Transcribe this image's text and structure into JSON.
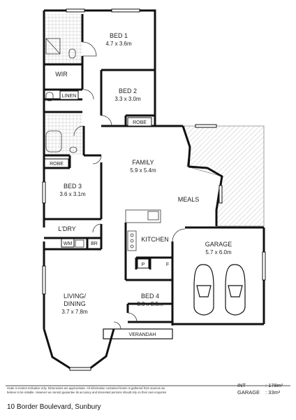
{
  "plan": {
    "rooms": {
      "bed1": {
        "name": "BED 1",
        "size": "4.7 x 3.6m"
      },
      "bed2": {
        "name": "BED 2",
        "size": "3.3 x 3.0m"
      },
      "bed3": {
        "name": "BED 3",
        "size": "3.6 x 3.1m"
      },
      "bed4": {
        "name": "BED 4",
        "size": "3.0 x 3.5m"
      },
      "family": {
        "name": "FAMILY",
        "size": "5.9 x 5.4m"
      },
      "meals": {
        "name": "MEALS"
      },
      "kitchen": {
        "name": "KITCHEN"
      },
      "garage": {
        "name": "GARAGE",
        "size": "5.7 x 6.0m"
      },
      "living": {
        "line1": "LIVING/",
        "line2": "DINING",
        "size": "3.7 x 7.8m"
      },
      "wir": {
        "name": "WIR"
      },
      "linen": {
        "name": "LINEN"
      },
      "robe_bed2": {
        "name": "ROBE"
      },
      "robe_bed3": {
        "name": "ROBE"
      },
      "ldry": {
        "name": "L'DRY"
      },
      "wm": {
        "name": "WM"
      },
      "br": {
        "name": "BR"
      },
      "pantry": {
        "name": "P"
      },
      "fridge": {
        "name": "F"
      },
      "verandah": {
        "name": "VERANDAH"
      }
    }
  },
  "footer": {
    "disclaimer_line1": "Scale in metres Indicative only. Dimensions are approximate. All information contained herein is gathered from sources we",
    "disclaimer_line2": "believe to be reliable. However we cannot guarantee its accuracy and interested persons should rely on their own enquiries",
    "area": {
      "int_label": "INT",
      "int_value": ": 178m²",
      "garage_label": "GARAGE",
      "garage_value": ": 33m²"
    },
    "address": "10 Border Boulevard, Sunbury"
  }
}
